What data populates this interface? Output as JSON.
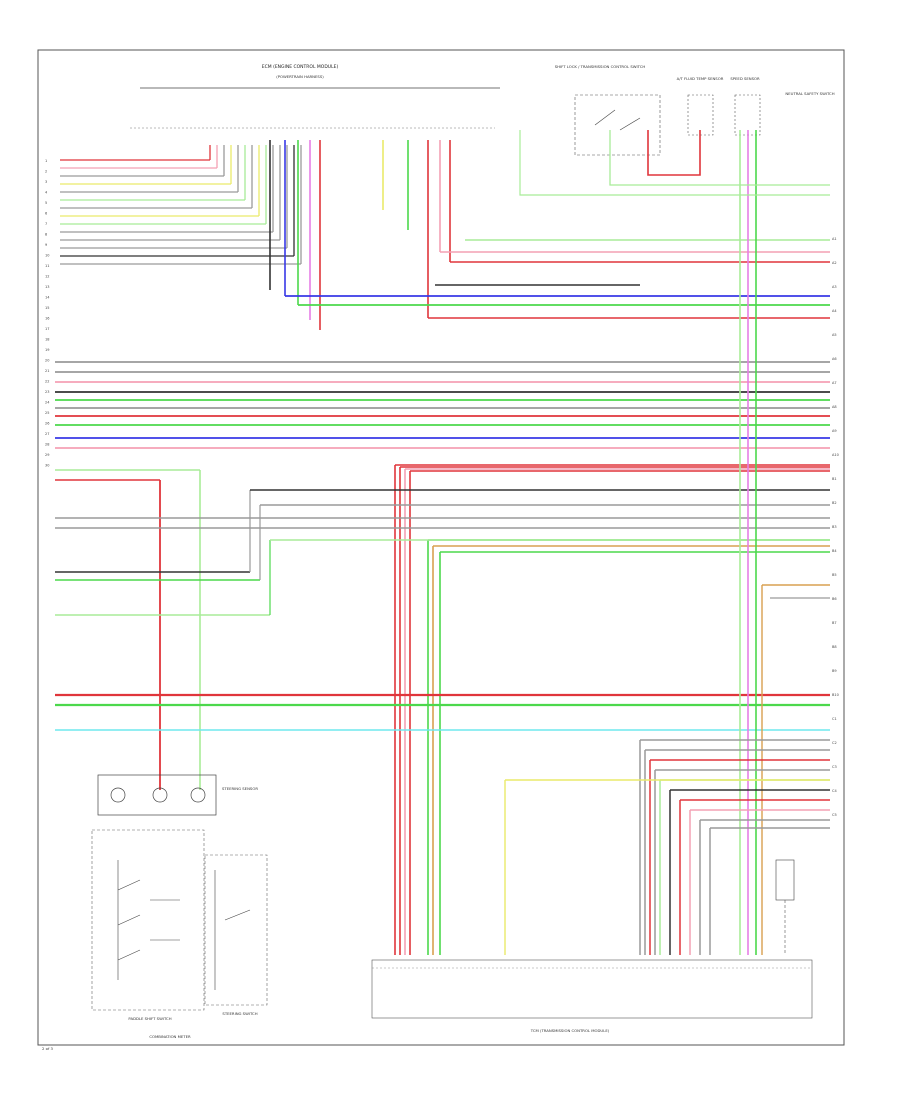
{
  "labels": {
    "top_ecm": "ECM (ENGINE CONTROL MODULE)",
    "top_harness": "(POWERTRAIN HARNESS)",
    "shift_switch": "SHIFT LOCK / TRANSMISSION CONTROL SWITCH",
    "sensor_a": "A/T FLUID TEMP SENSOR",
    "sensor_b": "SPEED SENSOR",
    "right_block": "NEUTRAL SAFETY SWITCH",
    "steering_sensor": "STEERING SENSOR",
    "paddle_switch": "PADDLE SHIFT SWITCH",
    "steering_sw": "STEERING SWITCH",
    "combination_meter": "COMBINATION METER",
    "bottom_connector": "TCM (TRANSMISSION CONTROL MODULE)",
    "page_id": "2 of 3",
    "left_pins": [
      "1",
      "2",
      "3",
      "4",
      "5",
      "6",
      "7",
      "8",
      "9",
      "10",
      "11",
      "12",
      "13",
      "14",
      "15",
      "16",
      "17",
      "18",
      "19",
      "20",
      "21",
      "22",
      "23",
      "24",
      "25",
      "26",
      "27",
      "28",
      "29",
      "30"
    ],
    "right_pins": [
      "A1",
      "A2",
      "A3",
      "A4",
      "A5",
      "A6",
      "A7",
      "A8",
      "A9",
      "A10",
      "B1",
      "B2",
      "B3",
      "B4",
      "B5",
      "B6",
      "B7",
      "B8",
      "B9",
      "B10",
      "C1",
      "C2",
      "C3",
      "C4",
      "C5"
    ]
  },
  "wire_colors": {
    "red": "#e0353b",
    "pink": "#f4a0b4",
    "green": "#4cd84c",
    "lightgreen": "#a8ec98",
    "blue": "#3838e6",
    "black": "#333333",
    "gray": "#9a9a9a",
    "yellow": "#eaea6a",
    "violet": "#e67ee6",
    "cyan": "#6ee8ee",
    "orange": "#d9a050"
  }
}
